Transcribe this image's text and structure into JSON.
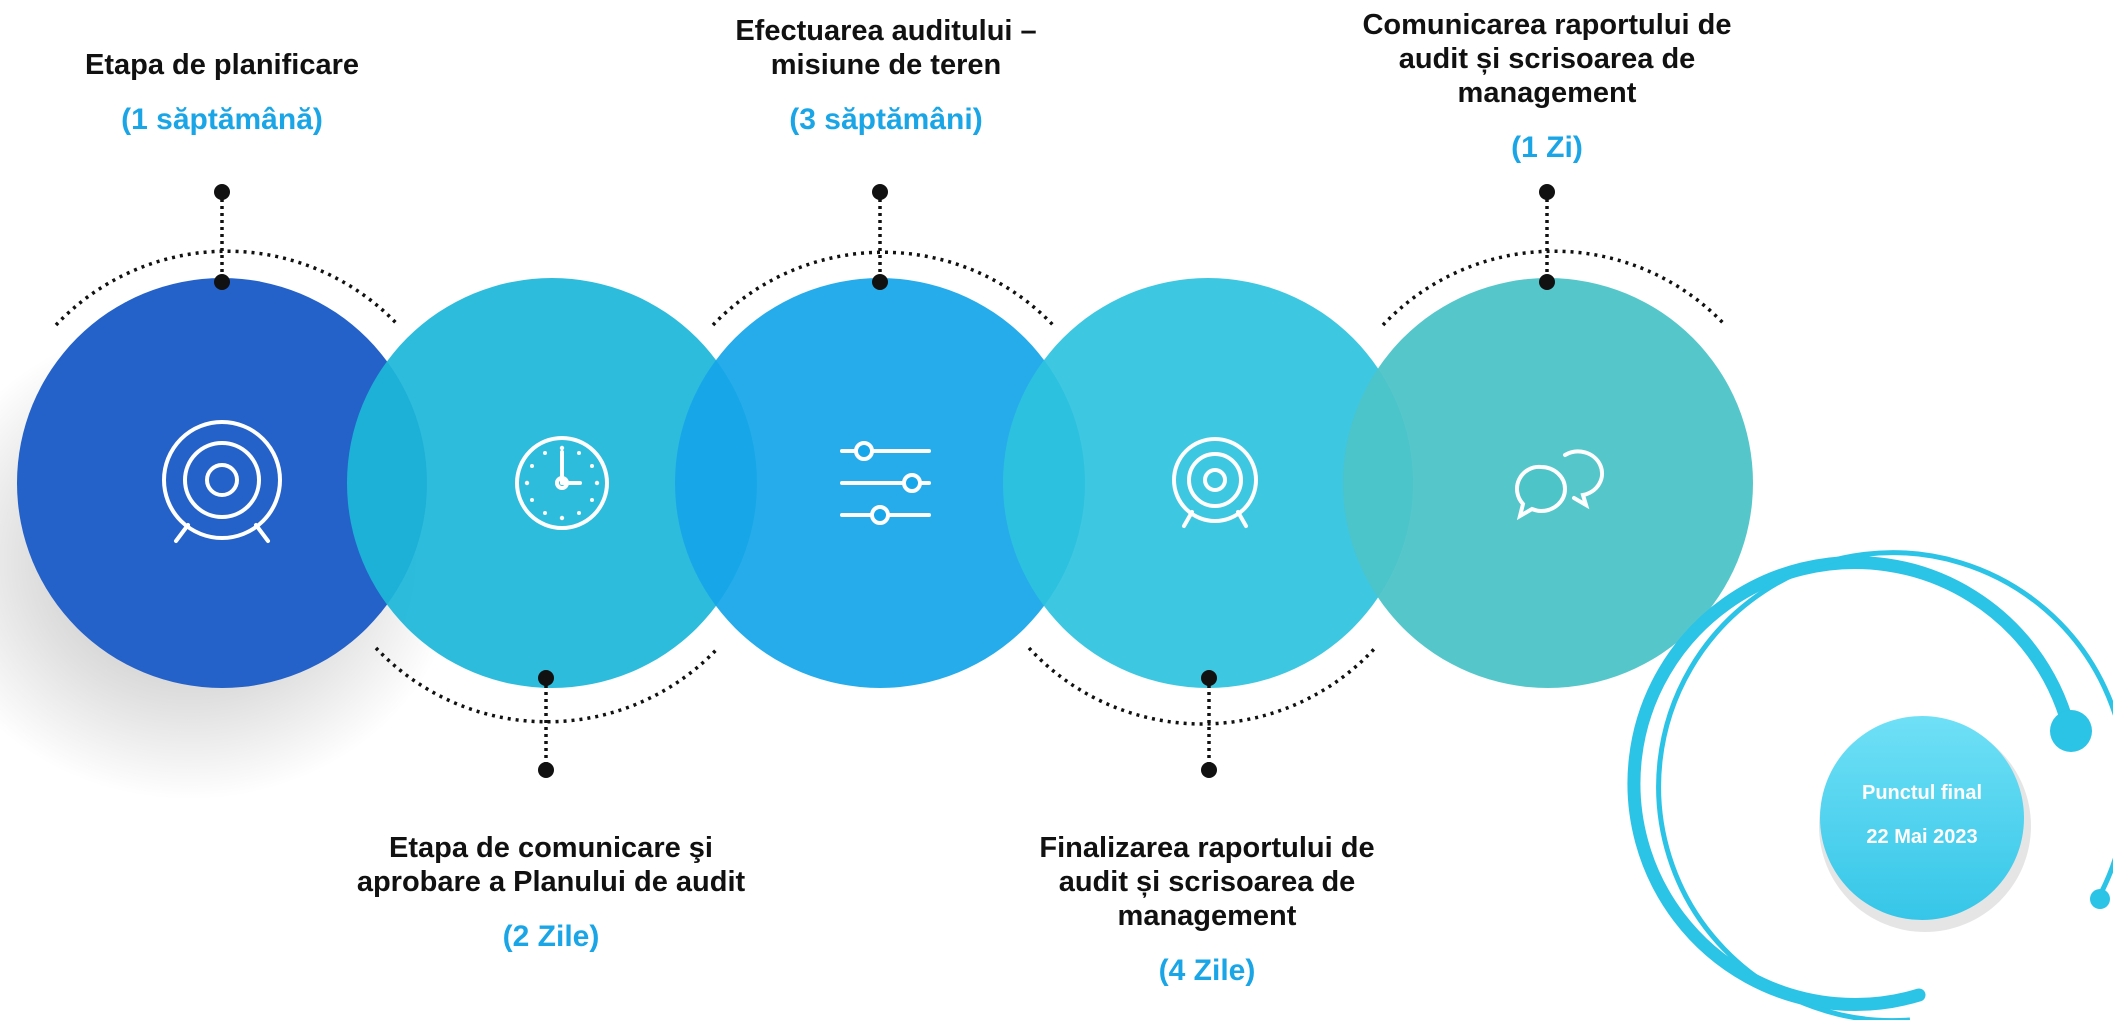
{
  "colors": {
    "stage1": "#2462c9",
    "stage2": "#1db7d9",
    "stage3": "#16a6e9",
    "stage4": "#2ec2de",
    "stage5": "#4cc4c8",
    "duration": "#1aa6e6",
    "final_ring": "#2bc3e6"
  },
  "stages": [
    {
      "title": "Etapa de planificare",
      "duration": "(1 săptămână)",
      "icon": "target-icon"
    },
    {
      "title": "Etapa de comunicare şi\naprobare a Planului de audit",
      "duration": "(2 Zile)",
      "icon": "clock-icon"
    },
    {
      "title": "Efectuarea auditului –\nmisiune de teren",
      "duration": "(3 săptămâni)",
      "icon": "sliders-icon"
    },
    {
      "title": "Finalizarea raportului de\naudit și scrisoarea de\nmanagement",
      "duration": "(4 Zile)",
      "icon": "target-icon"
    },
    {
      "title": "Comunicarea raportului de\naudit și scrisoarea de\nmanagement",
      "duration": "(1 Zi)",
      "icon": "chat-bubbles-icon"
    }
  ],
  "final": {
    "label": "Punctul final",
    "date": "22 Mai 2023"
  }
}
